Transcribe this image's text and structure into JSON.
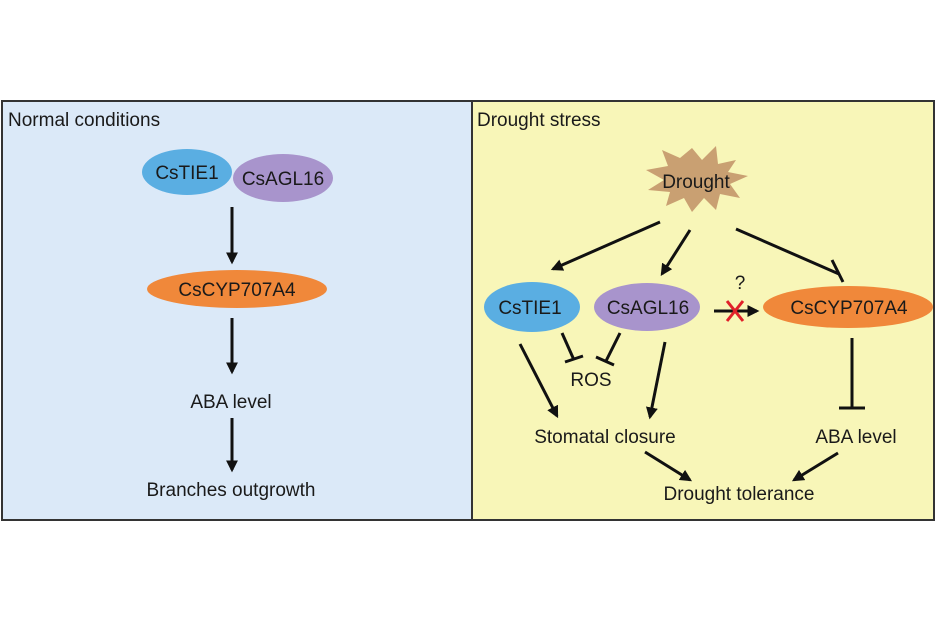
{
  "colors": {
    "left_panel_bg": "#dbe9f8",
    "right_panel_bg": "#f8f6b8",
    "cstie1": "#5aaee2",
    "csagl16": "#a894cc",
    "cscyp707a4": "#f0883a",
    "drought_star": "#c9a072",
    "cross": "#e0212a",
    "border": "#333333"
  },
  "left_panel": {
    "title": "Normal conditions",
    "nodes": {
      "cstie1": "CsTIE1",
      "csagl16": "CsAGL16",
      "cscyp": "CsCYP707A4",
      "aba": "ABA level",
      "branches": "Branches outgrowth"
    }
  },
  "right_panel": {
    "title": "Drought stress",
    "nodes": {
      "drought": "Drought",
      "cstie1": "CsTIE1",
      "csagl16": "CsAGL16",
      "cscyp": "CsCYP707A4",
      "ros": "ROS",
      "stomatal": "Stomatal closure",
      "aba": "ABA level",
      "tolerance": "Drought tolerance",
      "question": "?"
    }
  }
}
